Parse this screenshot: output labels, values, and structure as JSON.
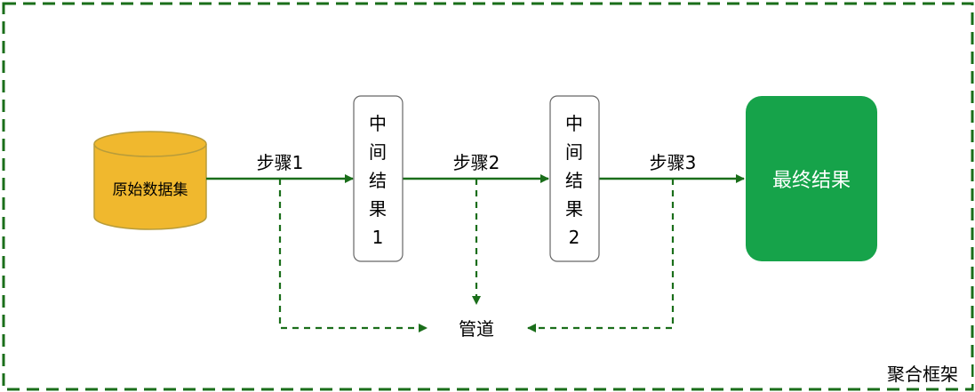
{
  "colors": {
    "frame": "#1a6e1a",
    "arrow": "#1a6e1a",
    "cylinder_fill": "#f0b82e",
    "cylinder_stroke": "#b89c3a",
    "final_fill": "#16a34a",
    "final_text": "#ffffff",
    "box_stroke": "#666666"
  },
  "frame": {
    "label": "聚合框架"
  },
  "source": {
    "label": "原始数据集"
  },
  "steps": [
    {
      "label": "步骤1"
    },
    {
      "label": "步骤2"
    },
    {
      "label": "步骤3"
    }
  ],
  "intermediate": [
    {
      "chars": [
        "中",
        "间",
        "结",
        "果",
        "1"
      ]
    },
    {
      "chars": [
        "中",
        "间",
        "结",
        "果",
        "2"
      ]
    }
  ],
  "final": {
    "label": "最终结果"
  },
  "pipeline": {
    "label": "管道"
  }
}
